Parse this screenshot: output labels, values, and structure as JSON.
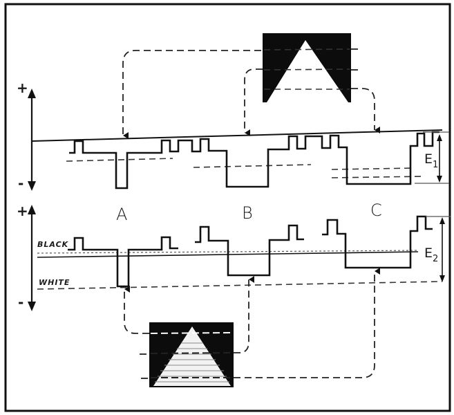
{
  "figure": {
    "top_plus": "+",
    "top_minus": "-",
    "bottom_plus": "+",
    "bottom_minus": "-",
    "label_a": "A",
    "label_b": "B",
    "label_c": "C",
    "black_level": "BLACK",
    "white_level": "WHITE",
    "e1_letter": "E",
    "e1_sub": "1",
    "e2_letter": "E",
    "e2_sub": "2"
  }
}
